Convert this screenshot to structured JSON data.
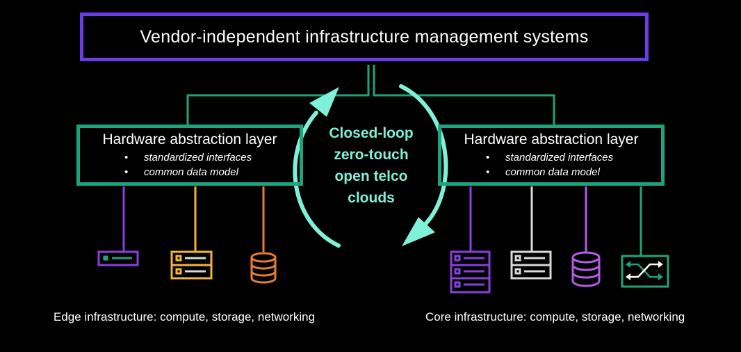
{
  "management": {
    "title": "Vendor-independent infrastructure management systems"
  },
  "hal_left": {
    "title": "Hardware abstraction layer",
    "items": [
      "standardized interfaces",
      "common data model"
    ]
  },
  "hal_right": {
    "title": "Hardware abstraction layer",
    "items": [
      "standardized interfaces",
      "common data model"
    ]
  },
  "center": {
    "lines": [
      "Closed-loop",
      "zero-touch",
      "open telco",
      "clouds"
    ]
  },
  "edge": {
    "caption": "Edge infrastructure:  compute, storage, networking",
    "devices": [
      "server-icon",
      "server-rack-icon",
      "database-icon"
    ]
  },
  "core": {
    "caption": "Core infrastructure:  compute, storage, networking",
    "devices": [
      "server-rack-icon",
      "server-rack-icon",
      "database-icon",
      "network-switch-icon"
    ]
  },
  "colors": {
    "management_border": "#6a3de8",
    "hal_border": "#1fa37c",
    "loop_arrow": "#7ff1d8",
    "purple": "#8a3fe0",
    "yellow": "#f2b53a",
    "orange": "#e8802f",
    "gray": "#d9d9d9",
    "lilac": "#b25ce8",
    "green": "#1fa37c"
  }
}
